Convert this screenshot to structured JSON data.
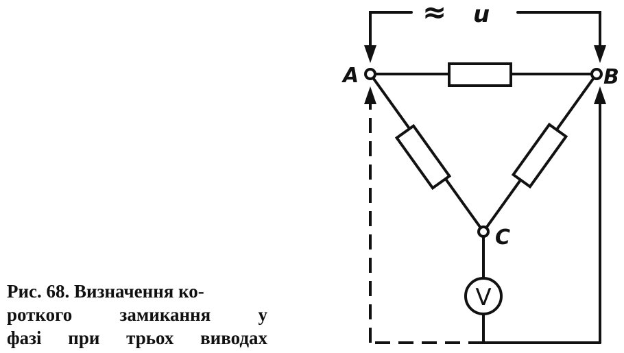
{
  "labels": {
    "node_a": "A",
    "node_b": "B",
    "node_c": "C",
    "source": "u",
    "ac_symbol": "≈",
    "voltmeter": "V"
  },
  "caption": {
    "lines": [
      "Рис. 68. Визначення ко-",
      "роткого  замикання  у",
      "фазі при трьох виводах"
    ]
  }
}
